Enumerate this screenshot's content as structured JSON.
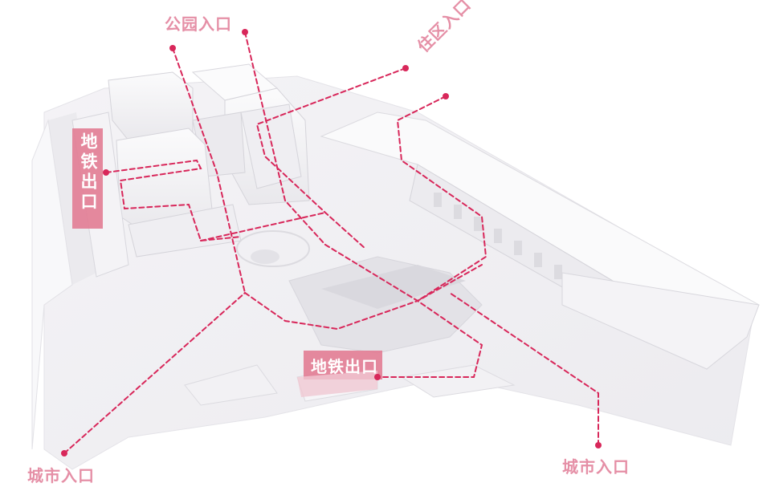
{
  "labels": {
    "park_entrance": "公园入口",
    "residential_entrance": "住区入口",
    "metro_exit_left": "地铁出口",
    "metro_exit_center": "地铁出口",
    "city_entrance_left": "城市入口",
    "city_entrance_right": "城市入口"
  },
  "colors": {
    "route_line": "#d8275a",
    "label_text": "#e58fa6",
    "metro_tag_fill": "#e27c93",
    "ground": "#f2f1f4",
    "building": "#f7f7f9",
    "building_shadow": "#dcdbe0"
  }
}
